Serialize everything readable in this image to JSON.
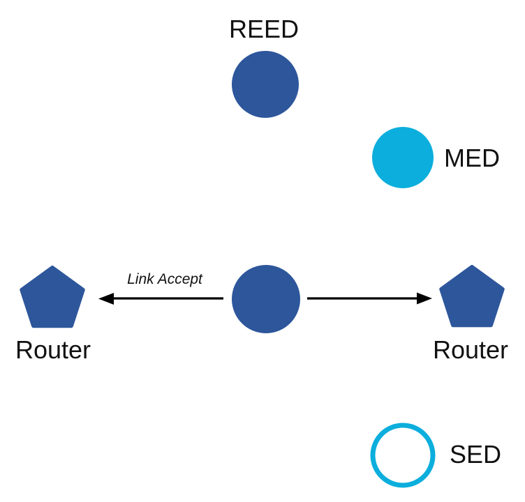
{
  "colors": {
    "node_blue": "#2D569B",
    "node_cyan": "#0BAEDC",
    "arrow_black": "#000000",
    "background": "#FFFFFF",
    "label_text": "#111111"
  },
  "nodes": {
    "reed": {
      "label": "REED",
      "shape": "filled-circle",
      "color": "#2D569B"
    },
    "med": {
      "label": "MED",
      "shape": "filled-circle",
      "color": "#0BAEDC"
    },
    "center_device": {
      "label": "",
      "shape": "filled-circle",
      "color": "#2D569B"
    },
    "router_left": {
      "label": "Router",
      "shape": "pentagon",
      "color": "#2D569B"
    },
    "router_right": {
      "label": "Router",
      "shape": "pentagon",
      "color": "#2D569B"
    },
    "sed": {
      "label": "SED",
      "shape": "outlined-circle",
      "color": "#0BAEDC"
    }
  },
  "edges": {
    "left": {
      "from": "center_device",
      "to": "router_left",
      "label": "Link Accept",
      "color": "#000000"
    },
    "right": {
      "from": "center_device",
      "to": "router_right",
      "label": "",
      "color": "#000000"
    }
  }
}
